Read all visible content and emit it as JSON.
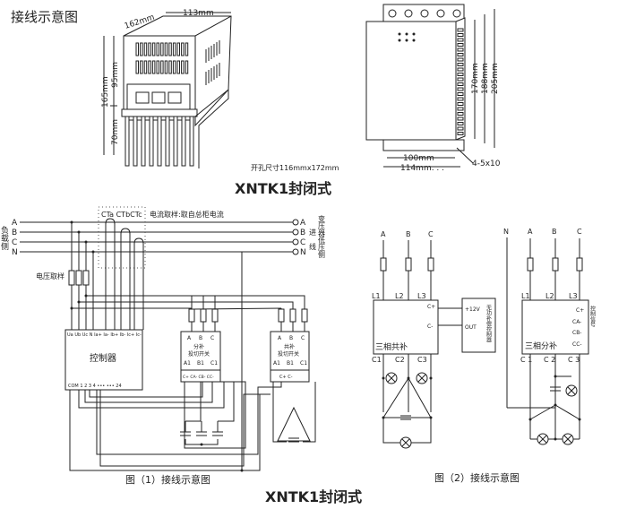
{
  "title": "接线示意图",
  "device1": {
    "dim_depth": "162mm",
    "dim_width": "113mm",
    "dim_height": "165mm",
    "dim_upper": "95mm",
    "dim_lower": "70mm"
  },
  "device2": {
    "dim_h1": "170mm",
    "dim_h2": "188mm",
    "dim_h3": "205mm",
    "dim_w1": "100mm",
    "dim_w2": "114mm. . .",
    "hole": "4-5x10"
  },
  "cutout": "开孔尺寸116mmx172mm",
  "model_top": "XNTK1封闭式",
  "fig1": {
    "load_side": "负载侧",
    "phases": [
      "A",
      "B",
      "C",
      "N"
    ],
    "ct_labels": "CTa CTbCTc",
    "current_sampling": "电流取样:取自总柜电流",
    "incoming": "进线",
    "transformer_side": "变压器低压侧",
    "voltage_sampling": "电压取样",
    "controller": "控制器",
    "controller_top_pins": "Ua Ub Uc N Ia+ Ia- Ib+ Ib- Ic+ Ic-",
    "controller_bottom_pins": "COM 1  2  3  4  •••     •••  24",
    "switch1": {
      "inputs": [
        "A",
        "B",
        "C"
      ],
      "name1": "分补",
      "name2": "投切开关",
      "outputs": [
        "A1",
        "B1",
        "C1"
      ],
      "signals": "C+ CA- CB- CC-"
    },
    "switch2": {
      "inputs": [
        "A",
        "B",
        "C"
      ],
      "name1": "共补",
      "name2": "投切开关",
      "outputs": [
        "A1",
        "B1",
        "C1"
      ],
      "signals": "C+    C-"
    },
    "caption": "图（1）接线示意图"
  },
  "fig2": {
    "left": {
      "inputs": [
        "A",
        "B",
        "C"
      ],
      "terminals": [
        "L1",
        "L2",
        "L3"
      ],
      "signals": [
        "C+",
        "C-"
      ],
      "name": "三相共补",
      "outputs": [
        "C1",
        "C2",
        "C3"
      ],
      "ctrl_pins": [
        "+12V",
        "OUT"
      ],
      "ctrl_name": "无功补偿控制器"
    },
    "right": {
      "neutral": "N",
      "inputs": [
        "A",
        "B",
        "C"
      ],
      "terminals": [
        "L1",
        "L2",
        "L3"
      ],
      "signals": [
        "C+",
        "CA-",
        "CB-",
        "CC-"
      ],
      "name": "三相分补",
      "outputs": [
        "C 1",
        "C 2",
        "C 3"
      ],
      "signal_label": "控制信号"
    },
    "caption": "图（2）接线示意图"
  },
  "model_bottom": "XNTK1封闭式"
}
